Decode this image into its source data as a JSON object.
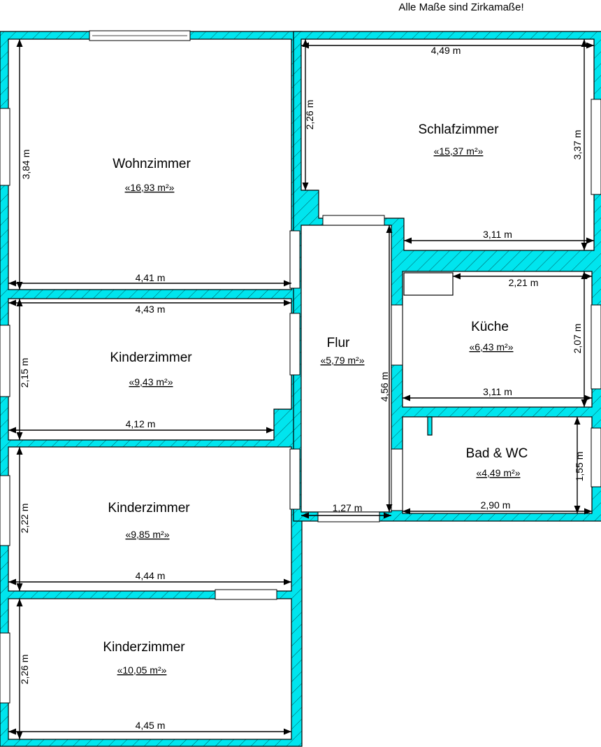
{
  "note": "Alle Maße sind Zirkamaße!",
  "rooms": [
    {
      "name": "Wohnzimmer",
      "area": "«16,93 m²»"
    },
    {
      "name": "Schlafzimmer",
      "area": "«15,37 m²»"
    },
    {
      "name": "Kinderzimmer",
      "area": "«9,43 m²»"
    },
    {
      "name": "Flur",
      "area": "«5,79 m²»"
    },
    {
      "name": "Küche",
      "area": "«6,43 m²»"
    },
    {
      "name": "Bad & WC",
      "area": "«4,49 m²»"
    },
    {
      "name": "Kinderzimmer",
      "area": "«9,85 m²»"
    },
    {
      "name": "Kinderzimmer",
      "area": "«10,05 m²»"
    }
  ],
  "dims": [
    "3,84 m",
    "4,41 m",
    "4,49 m",
    "2,26 m",
    "3,37 m",
    "3,11 m",
    "4,43 m",
    "2,15 m",
    "4,12 m",
    "2,21 m",
    "2,07 m",
    "3,11 m",
    "4,56 m",
    "1,27 m",
    "1,55 m",
    "2,90 m",
    "2,22 m",
    "4,44 m",
    "2,26 m",
    "4,45 m"
  ],
  "colors": {
    "wall": "#00e5ee",
    "line": "#000000"
  }
}
